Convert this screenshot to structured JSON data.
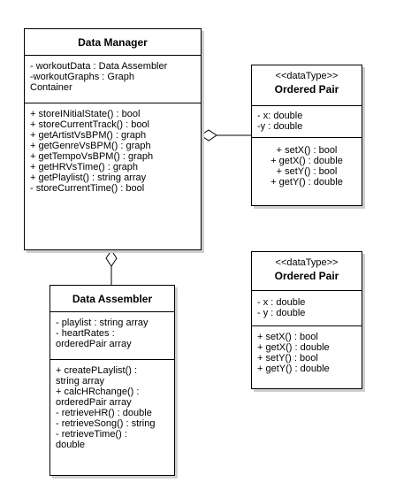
{
  "data_manager": {
    "title": "Data Manager",
    "attributes": [
      "- workoutData : Data Assembler",
      "-workoutGraphs : Graph",
      "Container"
    ],
    "methods": [
      "+ storeINitialState() : bool",
      "+ storeCurrentTrack() : bool",
      "+ getArtistVsBPM() : graph",
      "+ getGenreVsBPM() : graph",
      "+ getTempoVsBPM() : graph",
      "+ getHRVsTime() : graph",
      "+ getPlaylist() : string array",
      "- storeCurrentTime() : bool"
    ]
  },
  "data_assembler": {
    "title": "Data Assembler",
    "attributes": [
      "- playlist : string array",
      "- heartRates :",
      "orderedPair array"
    ],
    "methods": [
      "+ createPLaylist() :",
      "string array",
      "+ calcHRchange() :",
      "orderedPair array",
      "- retrieveHR() : double",
      "- retrieveSong() : string",
      "- retrieveTime() :",
      "double"
    ]
  },
  "ordered_pair_1": {
    "stereotype": "<<dataType>>",
    "title": "Ordered Pair",
    "attributes": [
      "- x: double",
      "-y : double"
    ],
    "methods": [
      "+ setX() : bool",
      "+ getX() : double",
      "+ setY() : bool",
      "+ getY() : double"
    ]
  },
  "ordered_pair_2": {
    "stereotype": "<<dataType>>",
    "title": "Ordered Pair",
    "attributes": [
      "- x : double",
      "- y : double"
    ],
    "methods": [
      "+ setX() : bool",
      "+ getX() : double",
      "+ setY() : bool",
      "+ getY() : double"
    ]
  },
  "colors": {
    "line": "#000000",
    "shadow": "#cfcfcf",
    "background": "#ffffff"
  }
}
